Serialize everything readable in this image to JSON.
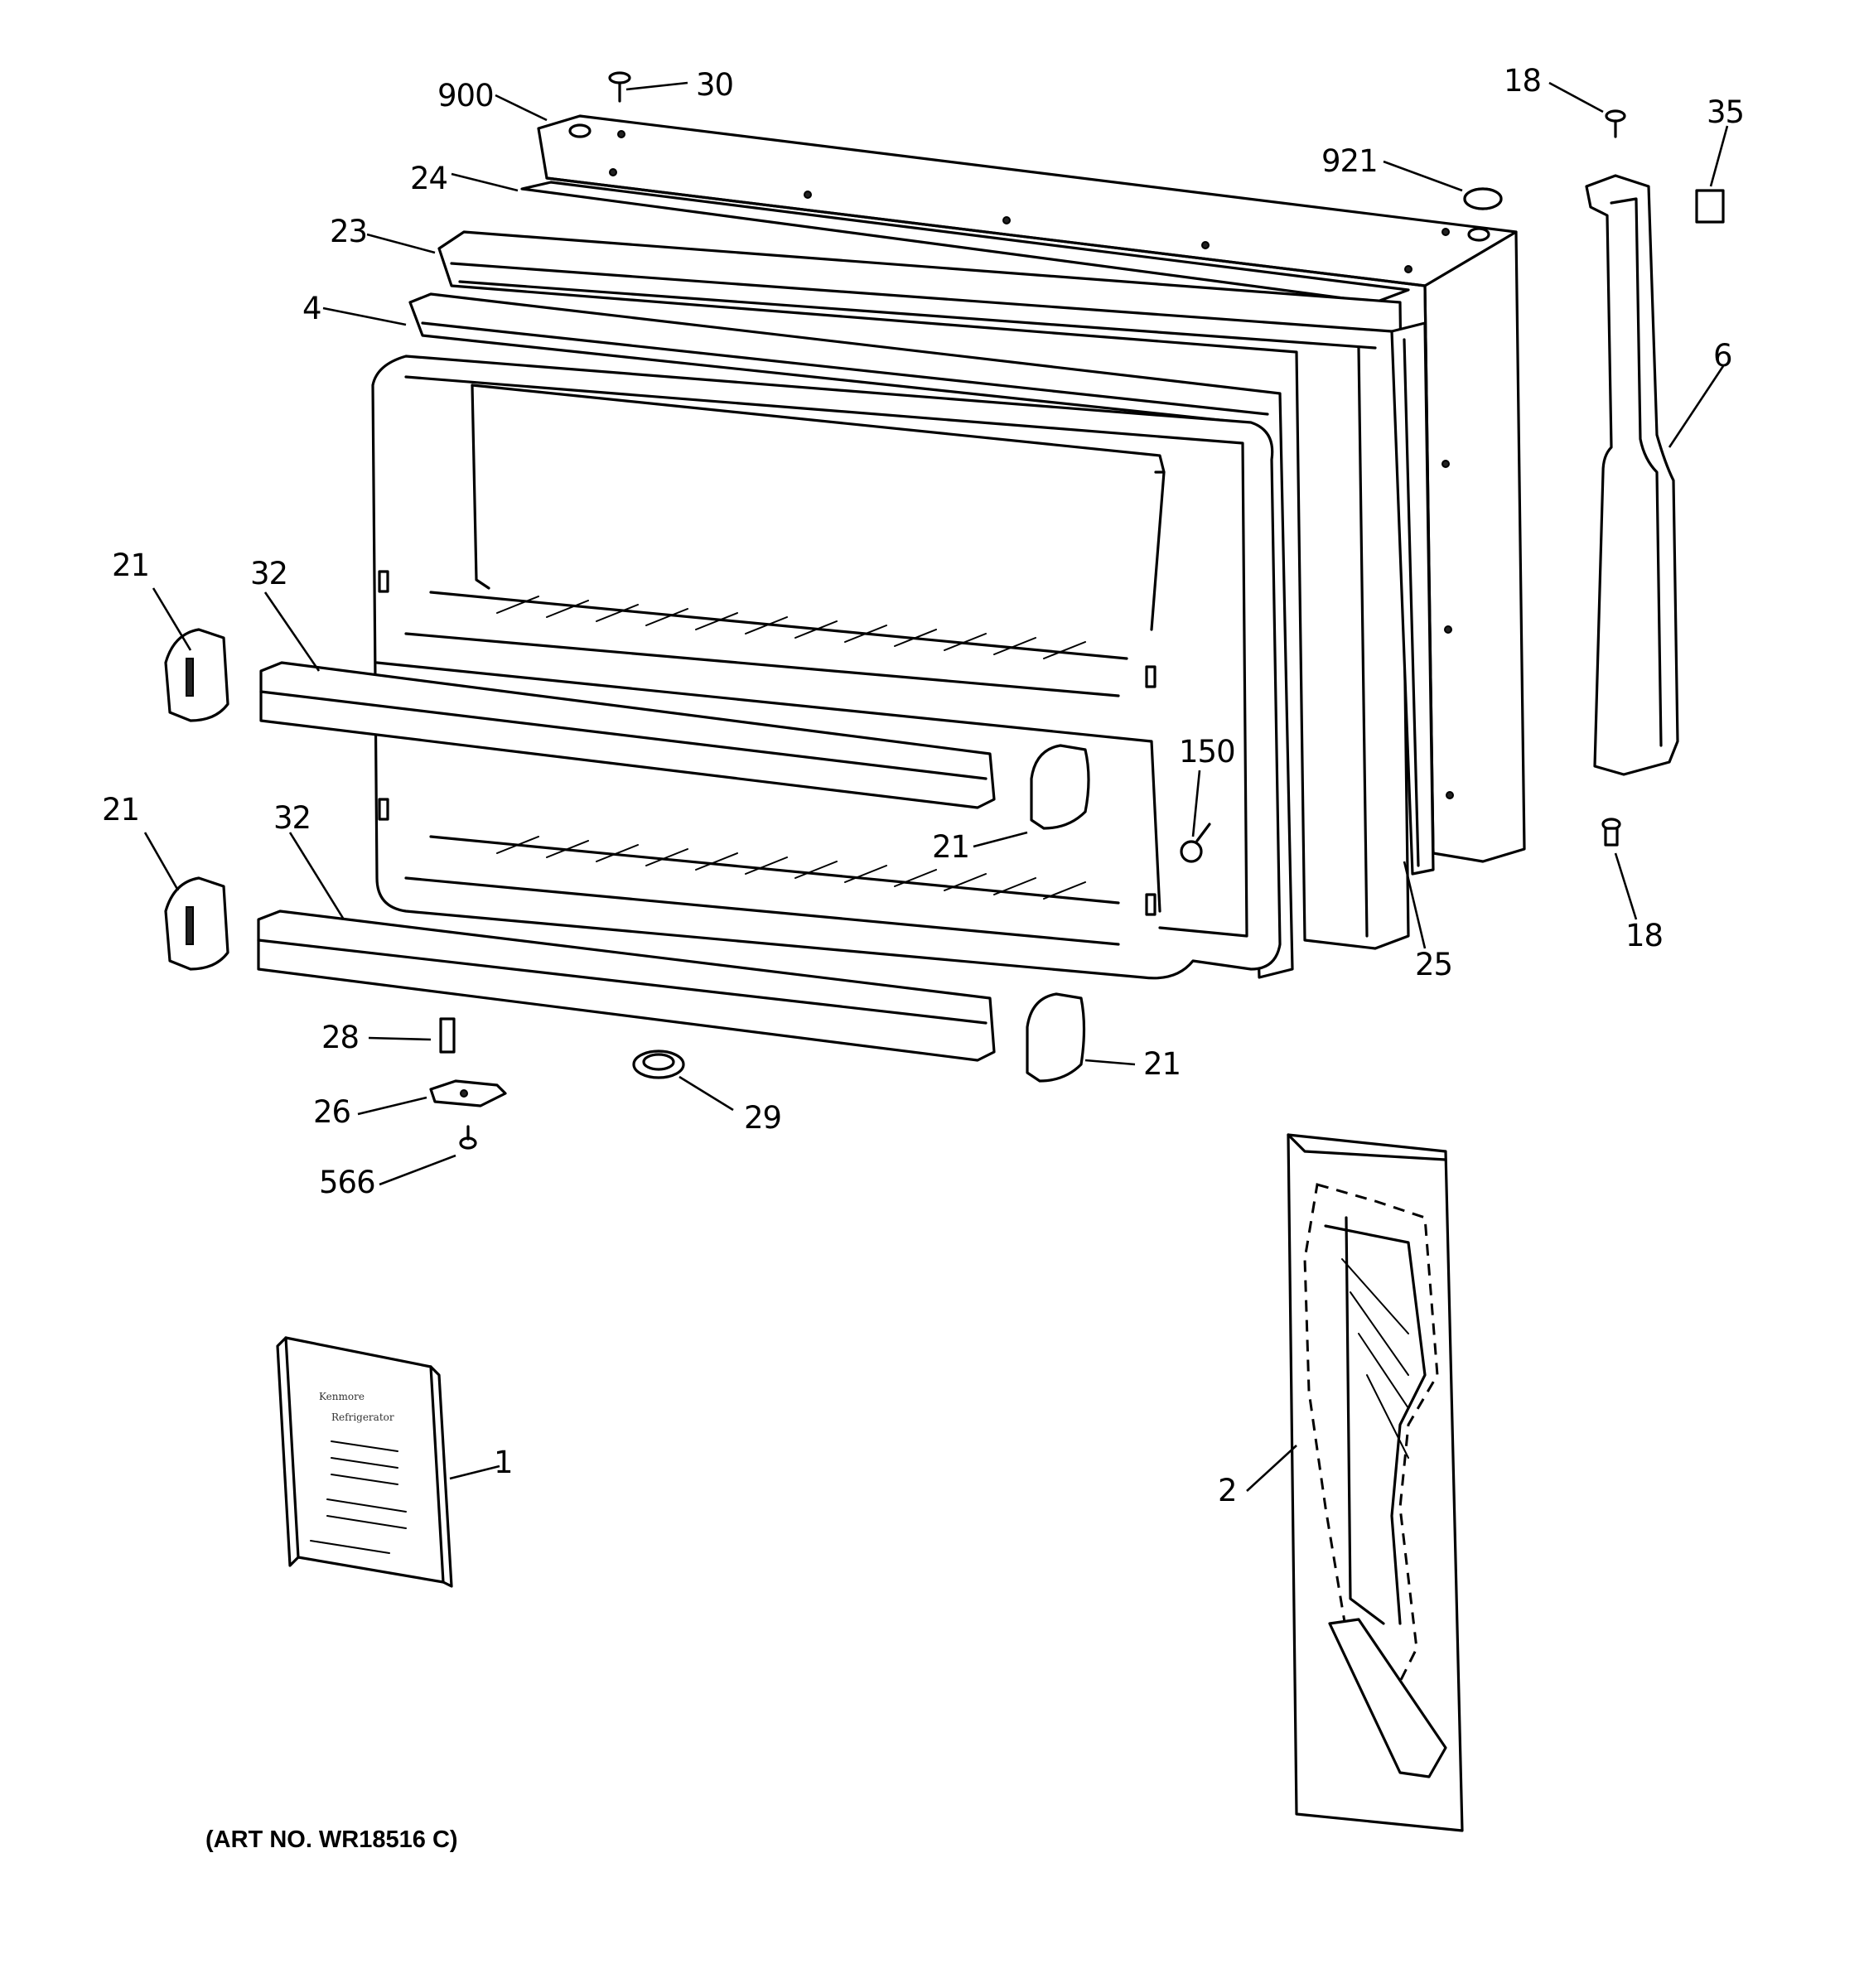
{
  "callouts": {
    "c900": "900",
    "c30": "30",
    "c18_top": "18",
    "c35": "35",
    "c24": "24",
    "c921": "921",
    "c23": "23",
    "c4": "4",
    "c6": "6",
    "c21_left_upper": "21",
    "c32_upper": "32",
    "c21_left_lower": "21",
    "c32_lower": "32",
    "c150": "150",
    "c21_mid": "21",
    "c25": "25",
    "c18_bottom": "18",
    "c28": "28",
    "c26": "26",
    "c566": "566",
    "c29": "29",
    "c21_right_lower": "21",
    "c1": "1",
    "c2": "2"
  },
  "art_number": "(ART NO. WR18516 C)",
  "manual": {
    "brand": "Kenmore",
    "subtitle": "Refrigerator"
  }
}
